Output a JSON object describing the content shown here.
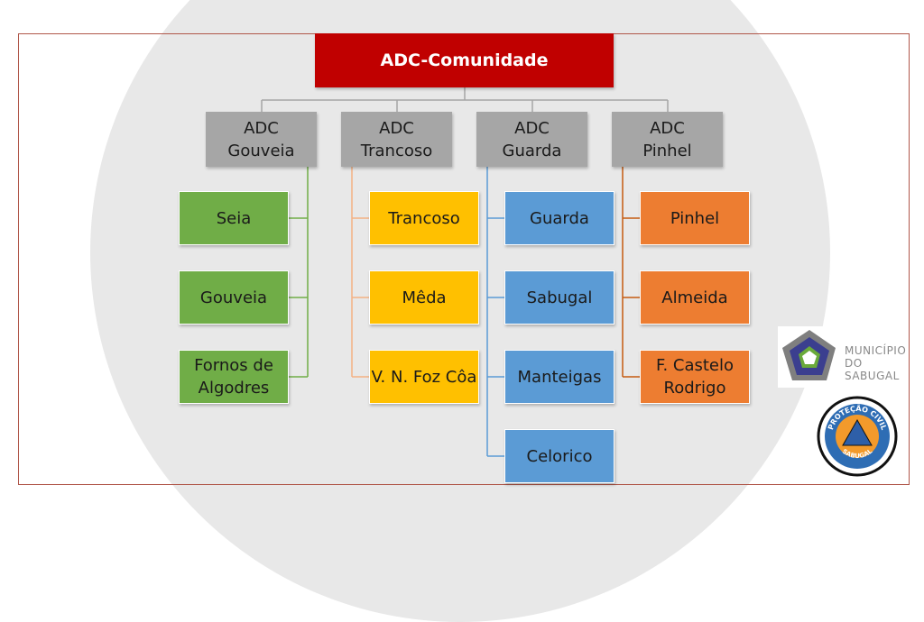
{
  "root": {
    "label": "ADC-Comunidade",
    "color": "#c00000"
  },
  "groups": [
    {
      "label": "ADC\nGouveia",
      "color": "#70ad47",
      "line": "#70ad47",
      "children": [
        "Seia",
        "Gouveia",
        "Fornos de\nAlgodres"
      ]
    },
    {
      "label": "ADC\nTrancoso",
      "color": "#ffc000",
      "line": "#f4b183",
      "children": [
        "Trancoso",
        "Mêda",
        "V. N. Foz Côa"
      ]
    },
    {
      "label": "ADC\nGuarda",
      "color": "#5b9bd5",
      "line": "#5b9bd5",
      "children": [
        "Guarda",
        "Sabugal",
        "Manteigas",
        "Celorico"
      ]
    },
    {
      "label": "ADC\nPinhel",
      "color": "#ed7d31",
      "line": "#c55a11",
      "children": [
        "Pinhel",
        "Almeida",
        "F. Castelo\nRodrigo"
      ]
    }
  ],
  "logos": {
    "municipio": "MUNICÍPIO\nDO\nSABUGAL",
    "protecao_top": "PROTEÇÃO CIVIL",
    "protecao_bottom": "SABUGAL"
  }
}
